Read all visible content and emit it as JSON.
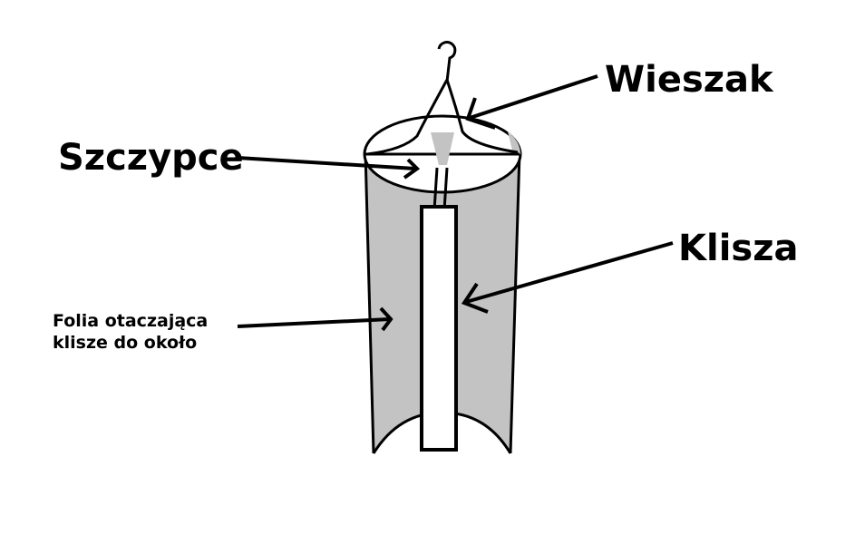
{
  "labels": {
    "hanger": "Wieszak",
    "tweezers": "Szczypce",
    "film": "Klisza",
    "foil_line1": "Folia otaczająca",
    "foil_line2": "klisze do około"
  },
  "colors": {
    "foil": "#c3c3c3",
    "film": "#ffffff",
    "stroke": "#000000",
    "background": "#ffffff"
  }
}
